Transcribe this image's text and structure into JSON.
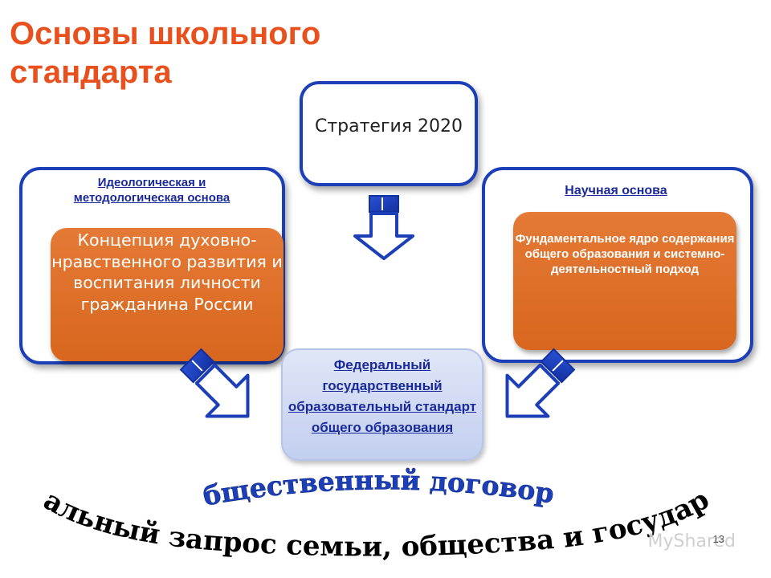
{
  "title": "Основы школьного стандарта",
  "strategy": {
    "text": "Стратегия 2020"
  },
  "left": {
    "heading": "Идеологическая и методологическая основа",
    "content": "Концепция духовно-нравственного развития и воспитания личности гражданина России"
  },
  "right": {
    "heading": "Научная основа",
    "content": "Фундаментальное ядро содержания общего образования и системно-деятельностный подход"
  },
  "center": {
    "text": "Федеральный государственный образовательный стандарт общего образования"
  },
  "slogan": {
    "line1": "общественный договор –",
    "line2": "социальный запрос семьи, общества и государства"
  },
  "page_number": "13",
  "watermark": "MyShared",
  "colors": {
    "title": "#e8501e",
    "border": "#1c3fb8",
    "orange": "#dd6d27",
    "link": "#1a2a9a"
  }
}
